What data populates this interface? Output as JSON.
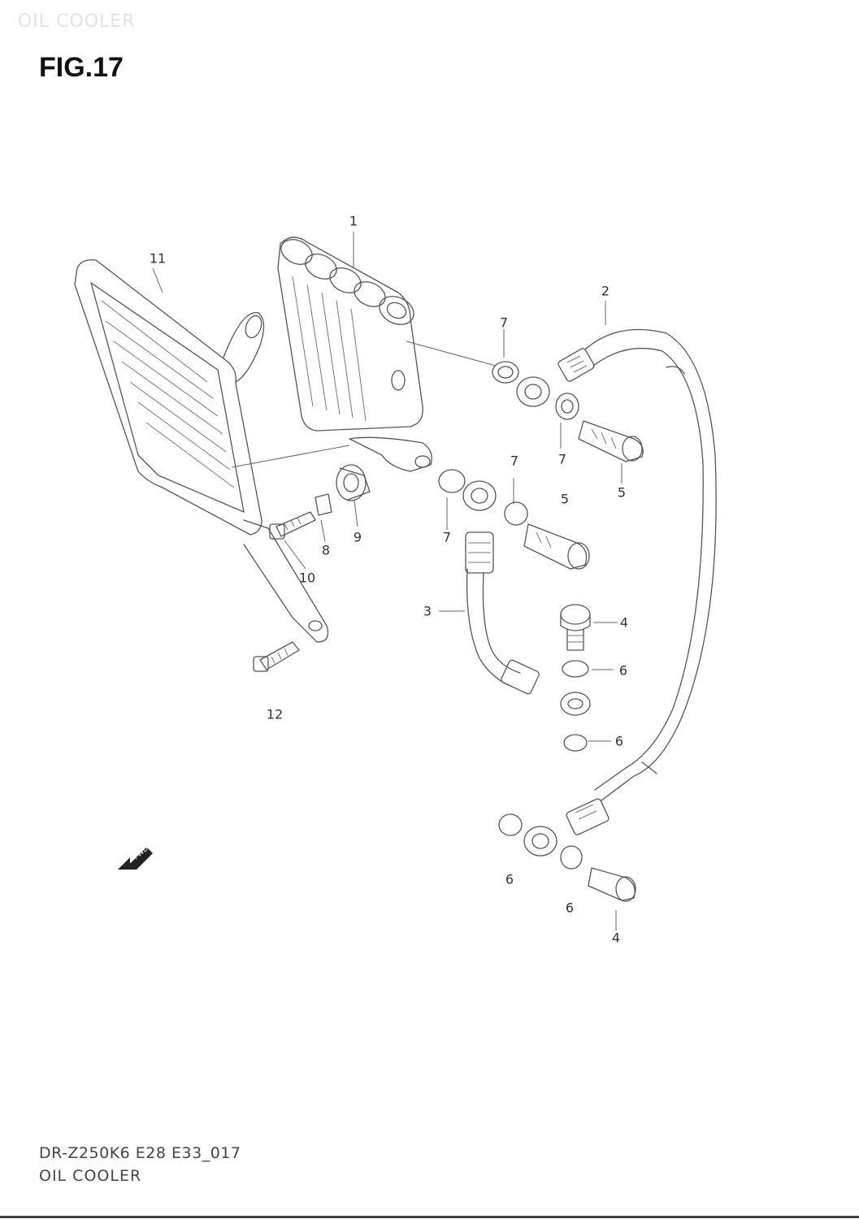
{
  "header": {
    "watermark": "OIL COOLER",
    "figure_title": "FIG.17"
  },
  "footer": {
    "model_code": "DR-Z250K6 E28 E33_017",
    "section_name": "OIL COOLER"
  },
  "callouts": {
    "c1": "1",
    "c2": "2",
    "c3": "3",
    "c4a": "4",
    "c4b": "4",
    "c5a": "5",
    "c5b": "5",
    "c6a": "6",
    "c6b": "6",
    "c6c": "6",
    "c6d": "6",
    "c7a": "7",
    "c7b": "7",
    "c7c": "7",
    "c7d": "7",
    "c8": "8",
    "c9": "9",
    "c10": "10",
    "c11": "11",
    "c12": "12"
  },
  "fwd_arrow_label": "FWD",
  "colors": {
    "line": "#555555",
    "background": "#ffffff"
  }
}
